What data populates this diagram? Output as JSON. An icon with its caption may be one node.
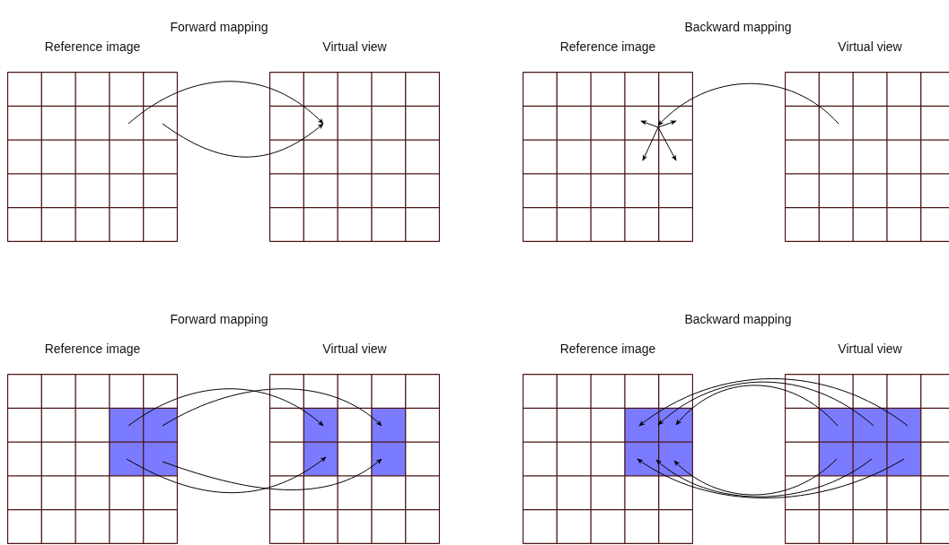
{
  "diagram": {
    "nodes": [
      {
        "text": [
          "Reference image"
        ]
      },
      {
        "text": [
          "Virtual view"
        ]
      },
      {
        "text": [
          "Reference image"
        ]
      },
      {
        "text": [
          "Virtual view"
        ]
      },
      {
        "text": [
          "Reference image"
        ]
      },
      {
        "text": [
          "Virtual view"
        ]
      },
      {
        "text": [
          "Reference image"
        ]
      },
      {
        "text": [
          "Virtual view"
        ]
      }
    ],
    "edges": [
      {
        "from": 0,
        "to": 1,
        "arrow": "to"
      },
      {
        "from": 0,
        "to": 1,
        "arrow": "to"
      },
      {
        "from": 3,
        "to": 2,
        "arrow": "to"
      },
      {
        "from": 4,
        "to": 5,
        "arrow": "to"
      },
      {
        "from": 4,
        "to": 5,
        "arrow": "to"
      },
      {
        "from": 4,
        "to": 5,
        "arrow": "to"
      },
      {
        "from": 4,
        "to": 5,
        "arrow": "to"
      },
      {
        "from": 7,
        "to": 6,
        "arrow": "to"
      },
      {
        "from": 7,
        "to": 6,
        "arrow": "to"
      },
      {
        "from": 7,
        "to": 6,
        "arrow": "to"
      },
      {
        "from": 7,
        "to": 6,
        "arrow": "to"
      },
      {
        "from": 7,
        "to": 6,
        "arrow": "to"
      },
      {
        "from": 7,
        "to": 6,
        "arrow": "to"
      }
    ],
    "labels": [
      "Forward mapping",
      "Backward mapping",
      "Forward mapping",
      "Backward mapping"
    ]
  }
}
